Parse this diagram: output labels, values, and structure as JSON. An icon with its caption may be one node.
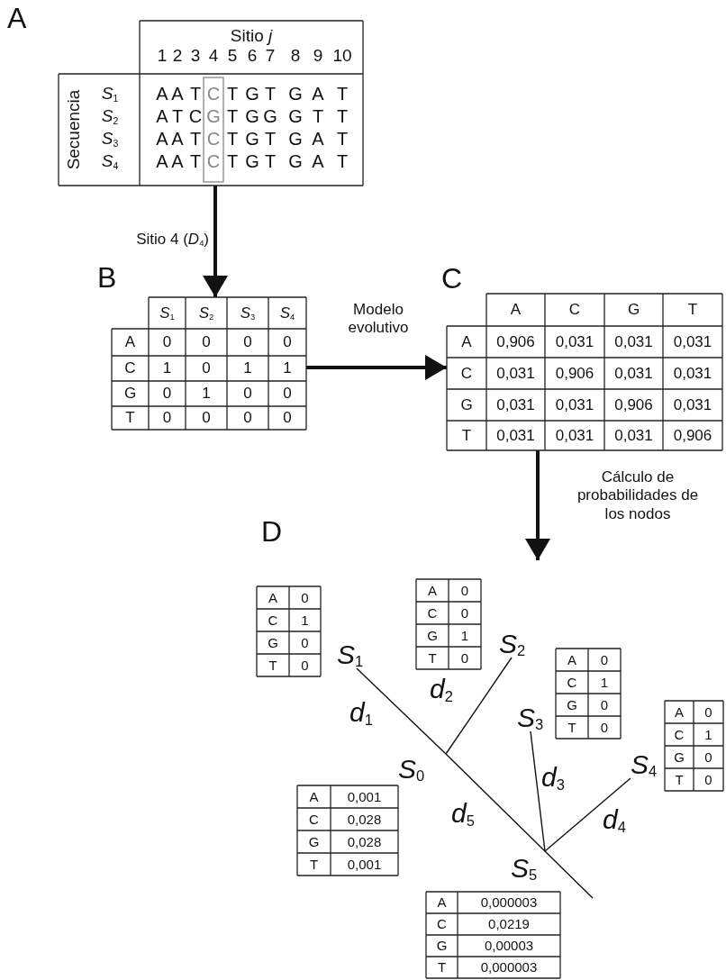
{
  "diagram": {
    "nodes": [
      {
        "text": [
          "Sitio *j*",
          "1",
          "2",
          "3",
          "4",
          "5",
          "6",
          "7",
          "8",
          "9",
          "10",
          "Secuencia",
          "*S*$_{1}$",
          "A",
          "A",
          "T",
          "C",
          "T",
          "G",
          "T",
          "G",
          "A",
          "T",
          "*S*$_{2}$",
          "A",
          "T",
          "C",
          "G",
          "T",
          "G",
          "G",
          "G",
          "T",
          "T",
          "*S*$_{3}$",
          "A",
          "A",
          "T",
          "C",
          "T",
          "G",
          "T",
          "G",
          "A",
          "T",
          "*S*$_{4}$",
          "A",
          "A",
          "T",
          "C",
          "T",
          "G",
          "T",
          "G",
          "A",
          "T"
        ]
      },
      {
        "text": [
          "*S*$_{1}$",
          "*S*$_{2}$",
          "*S*$_{3}$",
          "*S*$_{4}$",
          "A",
          "0",
          "0",
          "0",
          "0",
          "C",
          "1",
          "0",
          "1",
          "1",
          "G",
          "0",
          "1",
          "0",
          "0",
          "T",
          "0",
          "0",
          "0",
          "0"
        ]
      },
      {
        "text": [
          "A",
          "C",
          "G",
          "T",
          "A",
          "0,906",
          "0,031",
          "0,031",
          "0,031",
          "C",
          "0,031",
          "0,906",
          "0,031",
          "0,031",
          "G",
          "0,031",
          "0,031",
          "0,906",
          "0,031",
          "T",
          "0,031",
          "0,031",
          "0,031",
          "0,906"
        ]
      },
      {
        "text": [
          "A",
          "0",
          "C",
          "1",
          "G",
          "0",
          "T",
          "0"
        ]
      },
      {
        "text": [
          "*S*$_{1}$"
        ]
      },
      {
        "text": [
          "A",
          "0",
          "C",
          "0",
          "G",
          "1",
          "T",
          "0"
        ]
      },
      {
        "text": [
          "*S*$_{2}$"
        ]
      },
      {
        "text": [
          "A",
          "0",
          "C",
          "1",
          "G",
          "0",
          "T",
          "0"
        ]
      },
      {
        "text": [
          "*S*$_{3}$"
        ]
      },
      {
        "text": [
          "A",
          "0",
          "C",
          "1",
          "G",
          "0",
          "T",
          "0"
        ]
      },
      {
        "text": [
          "*S*$_{4}$"
        ]
      },
      {
        "text": [
          "*S*$_{0}$"
        ]
      },
      {
        "text": [
          "A",
          "0,001",
          "C",
          "0,028",
          "G",
          "0,028",
          "T",
          "0,001"
        ]
      },
      {
        "text": [
          "*S*$_{5}$"
        ]
      },
      {
        "text": [
          "A",
          "0,000003",
          "C",
          "0,0219",
          "G",
          "0,00003",
          "T",
          "0,000003"
        ]
      }
    ],
    "edges": [
      {
        "from": 0,
        "to": 1,
        "arrow": "to",
        "label": "Sitio 4 (*D*$_{4}$)",
        "style": "thick"
      },
      {
        "from": 1,
        "to": 2,
        "arrow": "to",
        "label": "Modelo evolutivo",
        "style": "thick"
      },
      {
        "from": 2,
        "to": null,
        "arrow": "to",
        "label": "Cálculo de probabilidades de los nodos",
        "style": "thick"
      },
      {
        "from": 4,
        "to": 11,
        "arrow": "none",
        "label": "*d*$_{1}$"
      },
      {
        "from": 6,
        "to": 11,
        "arrow": "none",
        "label": "*d*$_{2}$"
      },
      {
        "from": 11,
        "to": 13,
        "arrow": "none",
        "label": "*d*$_{5}$"
      },
      {
        "from": 8,
        "to": 13,
        "arrow": "none",
        "label": "*d*$_{3}$"
      },
      {
        "from": 10,
        "to": 13,
        "arrow": "none",
        "label": "*d*$_{4}$"
      },
      {
        "from": 13,
        "to": null,
        "arrow": "none"
      }
    ],
    "labels": [
      "A",
      "B",
      "C",
      "D"
    ]
  }
}
